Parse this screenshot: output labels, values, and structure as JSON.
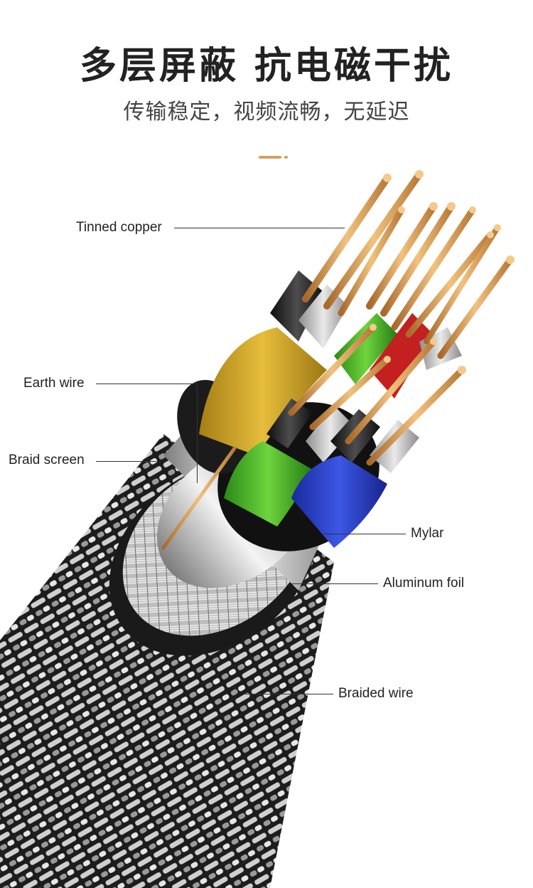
{
  "header": {
    "title": "多层屏蔽 抗电磁干扰",
    "subtitle": "传输稳定，视频流畅，无延迟",
    "accent_color": "#d4a25a"
  },
  "labels": {
    "tinned_copper": "Tinned copper",
    "earth_wire": "Earth wire",
    "braid_screen": "Braid screen",
    "mylar": "Mylar",
    "aluminum_foil": "Aluminum foil",
    "braided_wire": "Braided wire"
  },
  "colors": {
    "copper": "#d9a05b",
    "yellow_jacket": "#d6a62a",
    "green_jacket": "#3fae2a",
    "blue_jacket": "#2439c4",
    "red_jacket": "#c42020",
    "braid_dark": "#2a2a2a",
    "braid_light": "#d9d9d9"
  }
}
